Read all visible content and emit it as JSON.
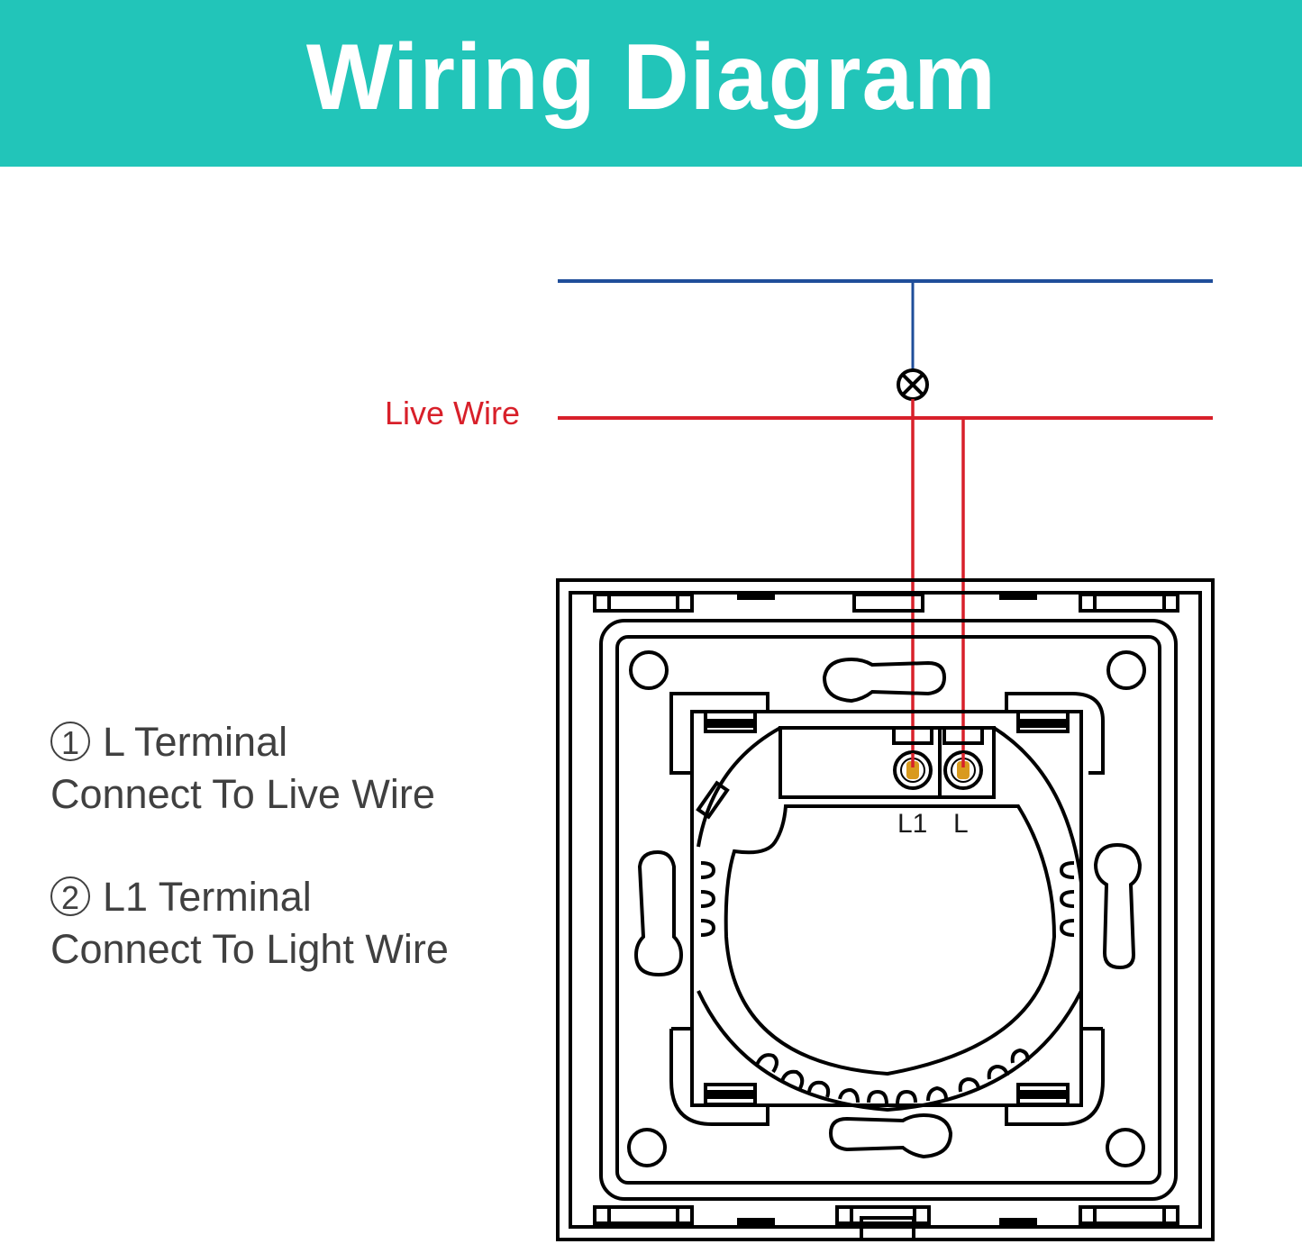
{
  "header": {
    "title": "Wiring Diagram",
    "background_color": "#22c5b9"
  },
  "wires": {
    "neutral_color": "#1f4e9a",
    "live_color": "#d8202a",
    "live_label": "Live Wire",
    "lamp_icon": "lamp-symbol"
  },
  "switch": {
    "terminals": [
      {
        "label": "L1"
      },
      {
        "label": "L"
      }
    ]
  },
  "legend": {
    "items": [
      {
        "number": "1",
        "title": "L Terminal",
        "description": "Connect To Live Wire"
      },
      {
        "number": "2",
        "title": "L1 Terminal",
        "description": "Connect To Light Wire"
      }
    ]
  }
}
